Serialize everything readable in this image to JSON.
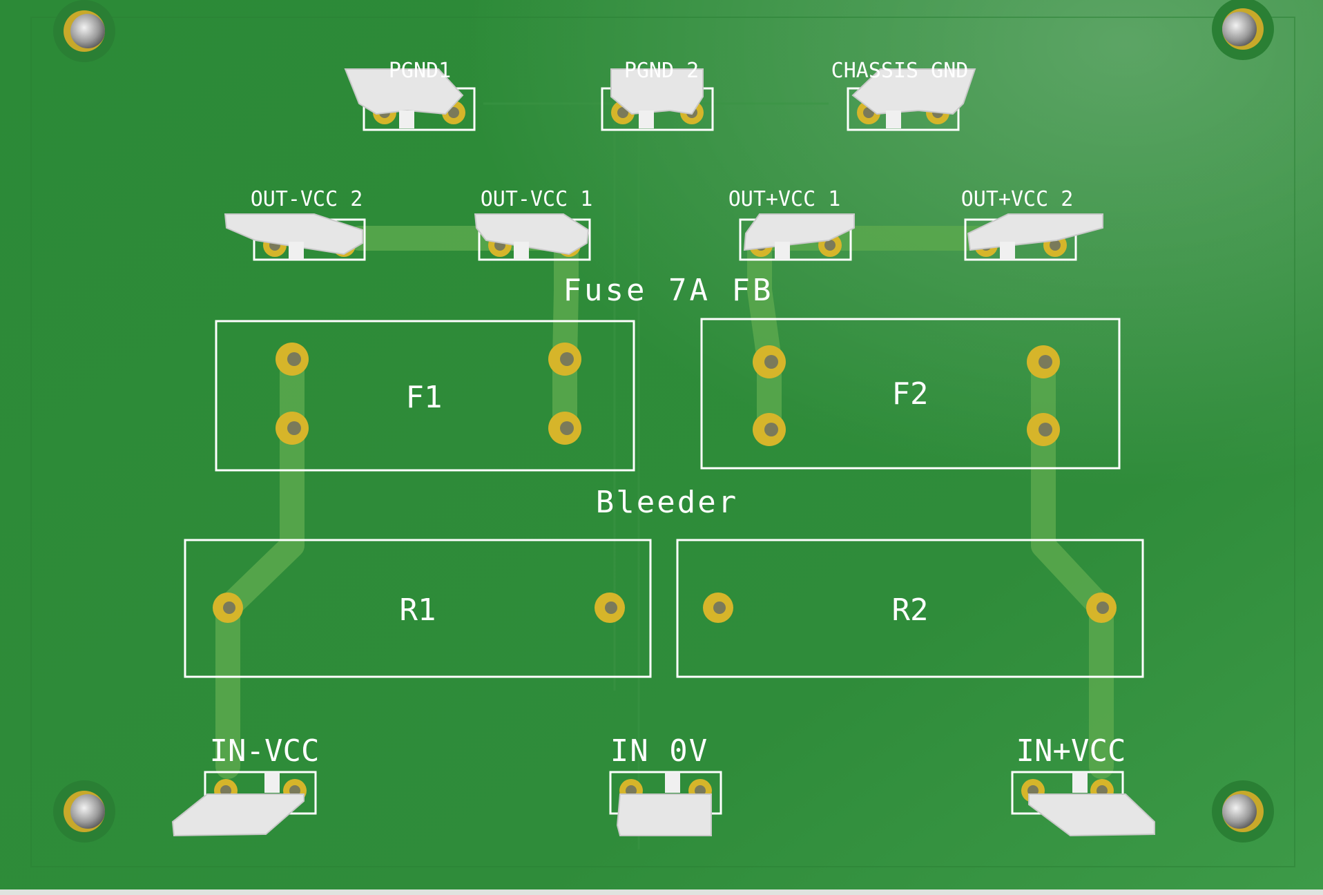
{
  "board": {
    "colors": {
      "substrate": "#2f8a3a",
      "substrate_light": "#4a9e52",
      "trace": "#5aa84e",
      "pad_ring": "#d6b52a",
      "pad_hole": "#7a7a5a",
      "silkscreen": "#ffffff",
      "mount_hole": "#b8b8b8",
      "connector_body": "#e6e6e6"
    },
    "header_labels": {
      "pgnd1": "PGND1",
      "pgnd2": "PGND 2",
      "chassis_gnd": "CHASSIS GND"
    },
    "output_labels": {
      "out_neg_vcc_2": "OUT-VCC 2",
      "out_neg_vcc_1": "OUT-VCC 1",
      "out_pos_vcc_1": "OUT+VCC 1",
      "out_pos_vcc_2": "OUT+VCC 2"
    },
    "section_titles": {
      "fuse": "Fuse 7A FB",
      "bleeder": "Bleeder"
    },
    "components": {
      "f1": "F1",
      "f2": "F2",
      "r1": "R1",
      "r2": "R2"
    },
    "input_labels": {
      "in_neg_vcc": "IN-VCC",
      "in_0v": "IN 0V",
      "in_pos_vcc": "IN+VCC"
    }
  }
}
